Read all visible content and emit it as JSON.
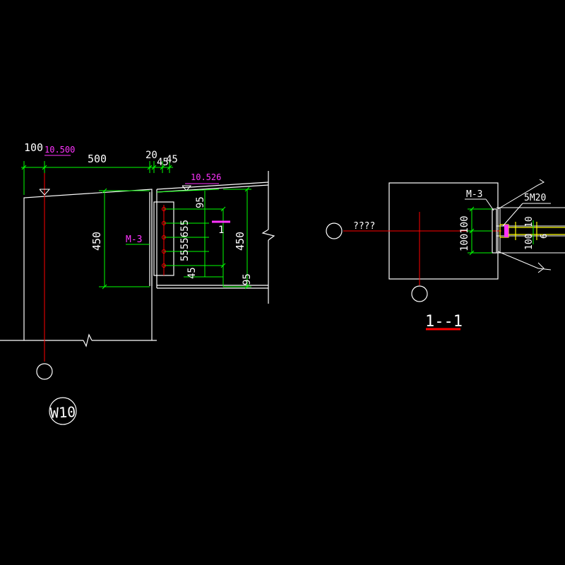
{
  "colors": {
    "background": "#000000",
    "structure": "#ffffff",
    "dimension": "#00ff00",
    "axis": "#ff0000",
    "annotation": "#ff33ff",
    "bolt": "#ffff00",
    "title_underline": "#ff0000"
  },
  "left_view": {
    "dims": {
      "d100": "100",
      "d500": "500",
      "d20": "20",
      "d45a": "45",
      "d45b": "45",
      "d450_left": "450",
      "d450_right": "450",
      "d95_top": "95",
      "d95_bottom": "95",
      "bolt_pitch_stack": "5555655",
      "d45_bottom": "45"
    },
    "elevations": {
      "el_left": "10.500",
      "el_right": "10.526"
    },
    "plate_label": "M-3",
    "section_mark": "1",
    "axis_label": "W10"
  },
  "right_view": {
    "plate_label": "M-3",
    "bolt_label": "5M20",
    "dims": {
      "d100_100": "100100",
      "d100_right": "100",
      "d10": "10",
      "d6": "6"
    },
    "axis_label": "????",
    "title": "1--1"
  }
}
